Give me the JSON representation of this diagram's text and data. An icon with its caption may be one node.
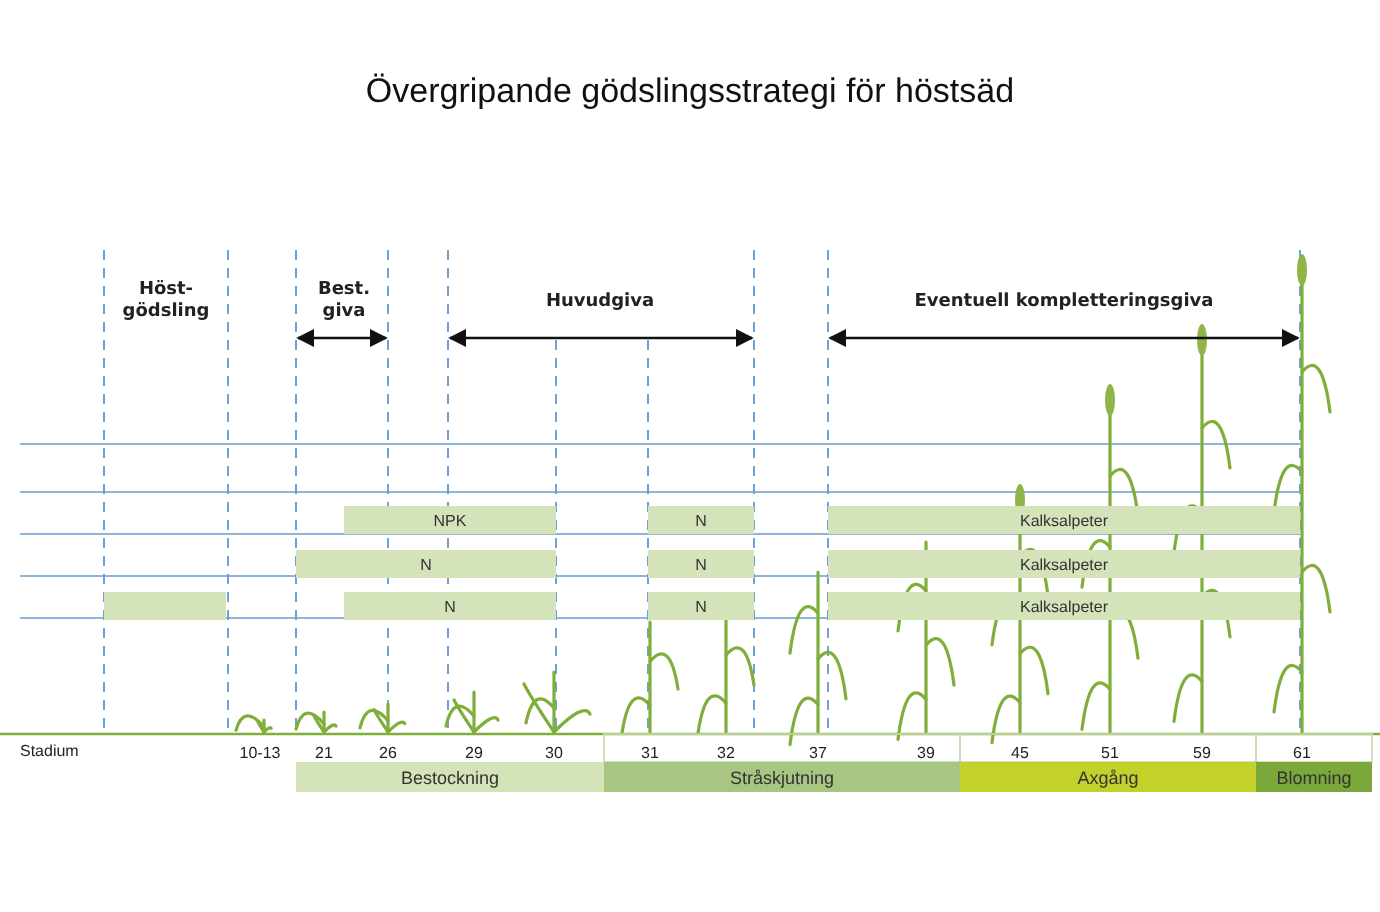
{
  "diagram": {
    "title": "Övergripande gödslingsstrategi för höstsäd",
    "nodes": [
      {
        "text": [
          "NPK"
        ]
      },
      {
        "text": [
          "N"
        ]
      },
      {
        "text": [
          "Kalksalpeter"
        ]
      },
      {
        "text": [
          "N"
        ]
      },
      {
        "text": [
          "N"
        ]
      },
      {
        "text": [
          "Kalksalpeter"
        ]
      },
      {
        "text": [],
        "shape": "bar"
      },
      {
        "text": [
          "N"
        ]
      },
      {
        "text": [
          "N"
        ]
      },
      {
        "text": [
          "Kalksalpeter"
        ]
      },
      {
        "text": [
          "Bestockning"
        ]
      },
      {
        "text": [
          "Stråskjutning"
        ]
      },
      {
        "text": [
          "Axgång"
        ]
      },
      {
        "text": [
          "Blomning"
        ]
      }
    ],
    "labels": [
      "Höst- gödsling",
      "Best. giva",
      "Huvudgiva",
      "Eventuell kompletteringsgiva",
      "Stadium",
      "10-13",
      "21",
      "26",
      "29",
      "30",
      "31",
      "32",
      "37",
      "39",
      "45",
      "51",
      "59",
      "61"
    ]
  }
}
